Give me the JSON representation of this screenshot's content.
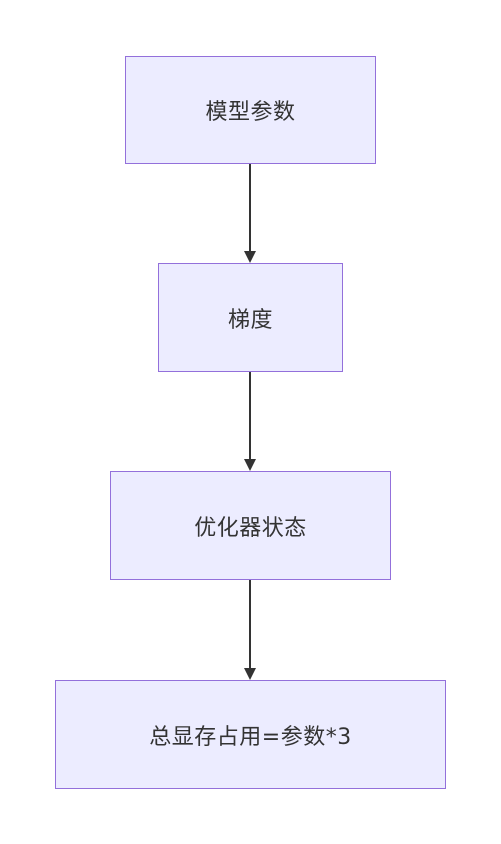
{
  "nodes": [
    {
      "id": "n1",
      "label": "模型参数"
    },
    {
      "id": "n2",
      "label": "梯度"
    },
    {
      "id": "n3",
      "label": "优化器状态"
    },
    {
      "id": "n4",
      "label": "总显存占用=参数*3"
    }
  ],
  "edges": [
    {
      "from": "n1",
      "to": "n2"
    },
    {
      "from": "n2",
      "to": "n3"
    },
    {
      "from": "n3",
      "to": "n4"
    }
  ],
  "colors": {
    "node_fill": "#ececff",
    "node_border": "#9370db",
    "text": "#333333",
    "edge": "#333333"
  }
}
